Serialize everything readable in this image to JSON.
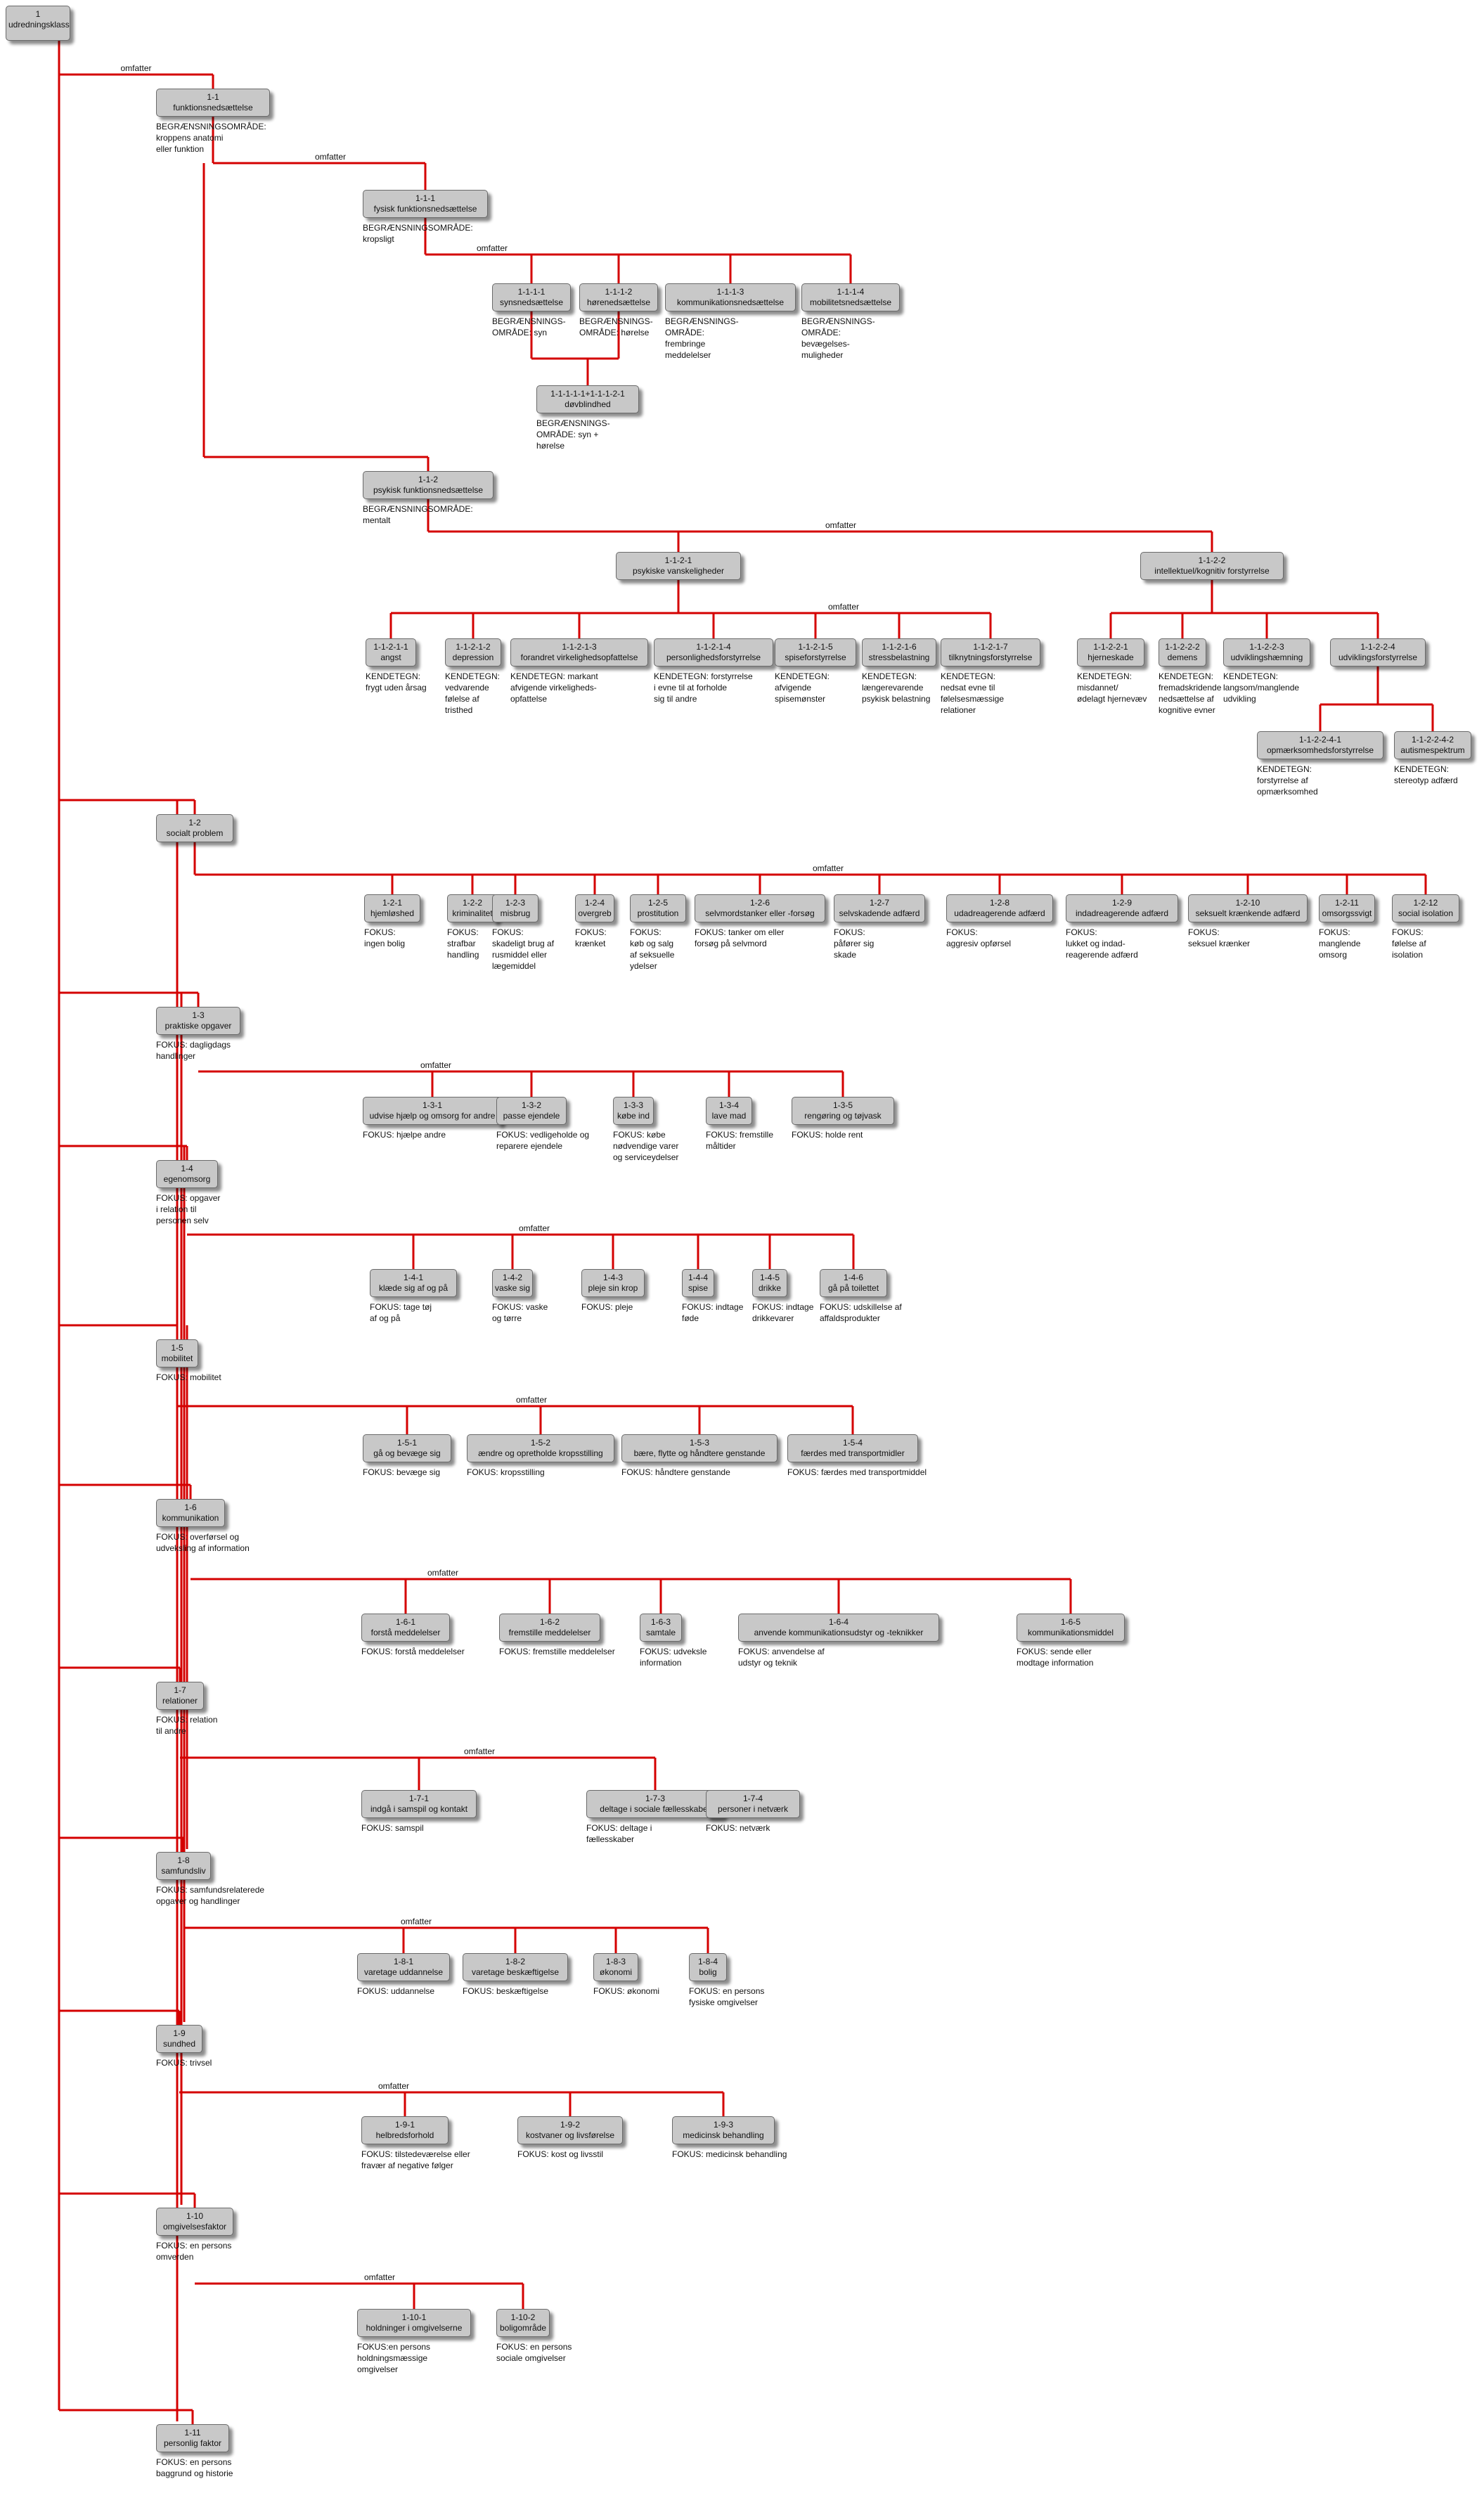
{
  "edge_label": "omfatter",
  "colors": {
    "edge": "#d40000",
    "node_fill": "#c8c8c8",
    "node_border": "#6a6a6a"
  },
  "nodes": {
    "n1": {
      "id": "1",
      "label": "udredningsklassifikation"
    },
    "n1_1": {
      "id": "1-1",
      "label": "funktionsnedsættelse",
      "note": "BEGRÆNSNINGSOMRÅDE:\nkroppens anatomi\neller funktion"
    },
    "n1_1_1": {
      "id": "1-1-1",
      "label": "fysisk funktionsnedsættelse",
      "note": "BEGRÆNSNINGSOMRÅDE:\nkropsligt"
    },
    "n1_1_1_1": {
      "id": "1-1-1-1",
      "label": "synsnedsættelse",
      "note": "BEGRÆNSNINGS-\nOMRÅDE: syn"
    },
    "n1_1_1_2": {
      "id": "1-1-1-2",
      "label": "hørenedsættelse",
      "note": "BEGRÆNSNINGS-\nOMRÅDE: hørelse"
    },
    "n1_1_1_3": {
      "id": "1-1-1-3",
      "label": "kommunikationsnedsættelse",
      "note": "BEGRÆNSNINGS-\nOMRÅDE:\nfrembringe\nmeddelelser"
    },
    "n1_1_1_4": {
      "id": "1-1-1-4",
      "label": "mobilitetsnedsættelse",
      "note": "BEGRÆNSNINGS-\nOMRÅDE:\nbevægelses-\nmuligheder"
    },
    "n1_1_1_db": {
      "id": "1-1-1-1-1+1-1-1-2-1",
      "label": "døvblindhed",
      "note": "BEGRÆNSNINGS-\nOMRÅDE: syn +\nhørelse"
    },
    "n1_1_2": {
      "id": "1-1-2",
      "label": "psykisk funktionsnedsættelse",
      "note": "BEGRÆNSNINGSOMRÅDE:\nmentalt"
    },
    "n1_1_2_1": {
      "id": "1-1-2-1",
      "label": "psykiske vanskeligheder"
    },
    "n1_1_2_2": {
      "id": "1-1-2-2",
      "label": "intellektuel/kognitiv forstyrrelse"
    },
    "n1_1_2_1_1": {
      "id": "1-1-2-1-1",
      "label": "angst",
      "note": "KENDETEGN:\nfrygt uden årsag"
    },
    "n1_1_2_1_2": {
      "id": "1-1-2-1-2",
      "label": "depression",
      "note": "KENDETEGN:\nvedvarende\nfølelse af\ntristhed"
    },
    "n1_1_2_1_3": {
      "id": "1-1-2-1-3",
      "label": "forandret virkelighedsopfattelse",
      "note": "KENDETEGN: markant\nafvigende virkeligheds-\nopfattelse"
    },
    "n1_1_2_1_4": {
      "id": "1-1-2-1-4",
      "label": "personlighedsforstyrrelse",
      "note": "KENDETEGN: forstyrrelse\ni evne til at forholde\nsig til andre"
    },
    "n1_1_2_1_5": {
      "id": "1-1-2-1-5",
      "label": "spiseforstyrrelse",
      "note": "KENDETEGN:\nafvigende\nspisemønster"
    },
    "n1_1_2_1_6": {
      "id": "1-1-2-1-6",
      "label": "stressbelastning",
      "note": "KENDETEGN:\nlængerevarende\npsykisk belastning"
    },
    "n1_1_2_1_7": {
      "id": "1-1-2-1-7",
      "label": "tilknytningsforstyrrelse",
      "note": "KENDETEGN:\nnedsat evne til\nfølelsesmæssige\nrelationer"
    },
    "n1_1_2_2_1": {
      "id": "1-1-2-2-1",
      "label": "hjerneskade",
      "note": "KENDETEGN:\nmisdannet/\nødelagt hjernevæv"
    },
    "n1_1_2_2_2": {
      "id": "1-1-2-2-2",
      "label": "demens",
      "note": "KENDETEGN:\nfremadskridende\nnedsættelse af\nkognitive evner"
    },
    "n1_1_2_2_3": {
      "id": "1-1-2-2-3",
      "label": "udviklingshæmning",
      "note": "KENDETEGN:\nlangsom/manglende\nudvikling"
    },
    "n1_1_2_2_4": {
      "id": "1-1-2-2-4",
      "label": "udviklingsforstyrrelse"
    },
    "n1_1_2_2_4_1": {
      "id": "1-1-2-2-4-1",
      "label": "opmærksomhedsforstyrrelse",
      "note": "KENDETEGN:\nforstyrrelse af\nopmærksomhed"
    },
    "n1_1_2_2_4_2": {
      "id": "1-1-2-2-4-2",
      "label": "autismespektrum",
      "note": "KENDETEGN:\nstereotyp adfærd"
    },
    "n1_2": {
      "id": "1-2",
      "label": "socialt problem"
    },
    "n1_2_1": {
      "id": "1-2-1",
      "label": "hjemløshed",
      "note": "FOKUS:\ningen bolig"
    },
    "n1_2_2": {
      "id": "1-2-2",
      "label": "kriminalitet",
      "note": "FOKUS:\nstrafbar\nhandling"
    },
    "n1_2_3": {
      "id": "1-2-3",
      "label": "misbrug",
      "note": "FOKUS:\nskadeligt brug af\nrusmiddel eller\nlægemiddel"
    },
    "n1_2_4": {
      "id": "1-2-4",
      "label": "overgreb",
      "note": "FOKUS:\nkrænket"
    },
    "n1_2_5": {
      "id": "1-2-5",
      "label": "prostitution",
      "note": "FOKUS:\nkøb og salg\naf seksuelle\nydelser"
    },
    "n1_2_6": {
      "id": "1-2-6",
      "label": "selvmordstanker eller -forsøg",
      "note": "FOKUS: tanker om eller\nforsøg på selvmord"
    },
    "n1_2_7": {
      "id": "1-2-7",
      "label": "selvskadende adfærd",
      "note": "FOKUS:\npåfører sig\nskade"
    },
    "n1_2_8": {
      "id": "1-2-8",
      "label": "udadreagerende adfærd",
      "note": "FOKUS:\naggresiv opførsel"
    },
    "n1_2_9": {
      "id": "1-2-9",
      "label": "indadreagerende adfærd",
      "note": "FOKUS:\nlukket og indad-\nreagerende adfærd"
    },
    "n1_2_10": {
      "id": "1-2-10",
      "label": "seksuelt krænkende adfærd",
      "note": "FOKUS:\nseksuel krænker"
    },
    "n1_2_11": {
      "id": "1-2-11",
      "label": "omsorgssvigt",
      "note": "FOKUS:\nmanglende\nomsorg"
    },
    "n1_2_12": {
      "id": "1-2-12",
      "label": "social isolation",
      "note": "FOKUS:\nfølelse af\nisolation"
    },
    "n1_3": {
      "id": "1-3",
      "label": "praktiske opgaver",
      "note": "FOKUS: dagligdags\nhandlinger"
    },
    "n1_3_1": {
      "id": "1-3-1",
      "label": "udvise hjælp og omsorg for andre",
      "note": "FOKUS: hjælpe andre"
    },
    "n1_3_2": {
      "id": "1-3-2",
      "label": "passe ejendele",
      "note": "FOKUS: vedligeholde og\nreparere ejendele"
    },
    "n1_3_3": {
      "id": "1-3-3",
      "label": "købe ind",
      "note": "FOKUS: købe\nnødvendige varer\nog serviceydelser"
    },
    "n1_3_4": {
      "id": "1-3-4",
      "label": "lave mad",
      "note": "FOKUS: fremstille\nmåltider"
    },
    "n1_3_5": {
      "id": "1-3-5",
      "label": "rengøring og tøjvask",
      "note": "FOKUS: holde rent"
    },
    "n1_4": {
      "id": "1-4",
      "label": "egenomsorg",
      "note": "FOKUS: opgaver\ni relation til\npersonen selv"
    },
    "n1_4_1": {
      "id": "1-4-1",
      "label": "klæde sig af og på",
      "note": "FOKUS: tage tøj\naf og på"
    },
    "n1_4_2": {
      "id": "1-4-2",
      "label": "vaske sig",
      "note": "FOKUS: vaske\nog tørre"
    },
    "n1_4_3": {
      "id": "1-4-3",
      "label": "pleje sin krop",
      "note": "FOKUS: pleje"
    },
    "n1_4_4": {
      "id": "1-4-4",
      "label": "spise",
      "note": "FOKUS: indtage\nføde"
    },
    "n1_4_5": {
      "id": "1-4-5",
      "label": "drikke",
      "note": "FOKUS: indtage\ndrikkevarer"
    },
    "n1_4_6": {
      "id": "1-4-6",
      "label": "gå på toilettet",
      "note": "FOKUS: udskillelse af\naffaldsprodukter"
    },
    "n1_5": {
      "id": "1-5",
      "label": "mobilitet",
      "note": "FOKUS: mobilitet"
    },
    "n1_5_1": {
      "id": "1-5-1",
      "label": "gå og bevæge sig",
      "note": "FOKUS: bevæge sig"
    },
    "n1_5_2": {
      "id": "1-5-2",
      "label": "ændre og opretholde kropsstilling",
      "note": "FOKUS: kropsstilling"
    },
    "n1_5_3": {
      "id": "1-5-3",
      "label": "bære, flytte og håndtere genstande",
      "note": "FOKUS: håndtere genstande"
    },
    "n1_5_4": {
      "id": "1-5-4",
      "label": "færdes med transportmidler",
      "note": "FOKUS: færdes med transportmiddel"
    },
    "n1_6": {
      "id": "1-6",
      "label": "kommunikation",
      "note": "FOKUS: overførsel og\nudveksling af information"
    },
    "n1_6_1": {
      "id": "1-6-1",
      "label": "forstå meddelelser",
      "note": "FOKUS: forstå meddelelser"
    },
    "n1_6_2": {
      "id": "1-6-2",
      "label": "fremstille meddelelser",
      "note": "FOKUS: fremstille meddelelser"
    },
    "n1_6_3": {
      "id": "1-6-3",
      "label": "samtale",
      "note": "FOKUS: udveksle\ninformation"
    },
    "n1_6_4": {
      "id": "1-6-4",
      "label": "anvende kommunikationsudstyr og -teknikker",
      "note": "FOKUS: anvendelse af\nudstyr og teknik"
    },
    "n1_6_5": {
      "id": "1-6-5",
      "label": "kommunikationsmiddel",
      "note": "FOKUS: sende eller\nmodtage information"
    },
    "n1_7": {
      "id": "1-7",
      "label": "relationer",
      "note": "FOKUS: relation\ntil andre"
    },
    "n1_7_1": {
      "id": "1-7-1",
      "label": "indgå i samspil og kontakt",
      "note": "FOKUS: samspil"
    },
    "n1_7_3": {
      "id": "1-7-3",
      "label": "deltage i sociale fællesskaber",
      "note": "FOKUS: deltage i\nfællesskaber"
    },
    "n1_7_4": {
      "id": "1-7-4",
      "label": "personer i netværk",
      "note": "FOKUS: netværk"
    },
    "n1_8": {
      "id": "1-8",
      "label": "samfundsliv",
      "note": "FOKUS: samfundsrelaterede\nopgaver og handlinger"
    },
    "n1_8_1": {
      "id": "1-8-1",
      "label": "varetage uddannelse",
      "note": "FOKUS: uddannelse"
    },
    "n1_8_2": {
      "id": "1-8-2",
      "label": "varetage beskæftigelse",
      "note": "FOKUS: beskæftigelse"
    },
    "n1_8_3": {
      "id": "1-8-3",
      "label": "økonomi",
      "note": "FOKUS: økonomi"
    },
    "n1_8_4": {
      "id": "1-8-4",
      "label": "bolig",
      "note": "FOKUS: en persons\nfysiske omgivelser"
    },
    "n1_9": {
      "id": "1-9",
      "label": "sundhed",
      "note": "FOKUS: trivsel"
    },
    "n1_9_1": {
      "id": "1-9-1",
      "label": "helbredsforhold",
      "note": "FOKUS: tilstedeværelse eller\nfravær af negative følger"
    },
    "n1_9_2": {
      "id": "1-9-2",
      "label": "kostvaner og livsførelse",
      "note": "FOKUS: kost og livsstil"
    },
    "n1_9_3": {
      "id": "1-9-3",
      "label": "medicinsk behandling",
      "note": "FOKUS: medicinsk behandling"
    },
    "n1_10": {
      "id": "1-10",
      "label": "omgivelsesfaktor",
      "note": "FOKUS: en persons\nomverden"
    },
    "n1_10_1": {
      "id": "1-10-1",
      "label": "holdninger i omgivelserne",
      "note": "FOKUS:en persons\nholdningsmæssige\nomgivelser"
    },
    "n1_10_2": {
      "id": "1-10-2",
      "label": "boligområde",
      "note": "FOKUS: en persons\nsociale omgivelser"
    },
    "n1_11": {
      "id": "1-11",
      "label": "personlig faktor",
      "note": "FOKUS: en persons\nbaggrund og historie"
    }
  }
}
